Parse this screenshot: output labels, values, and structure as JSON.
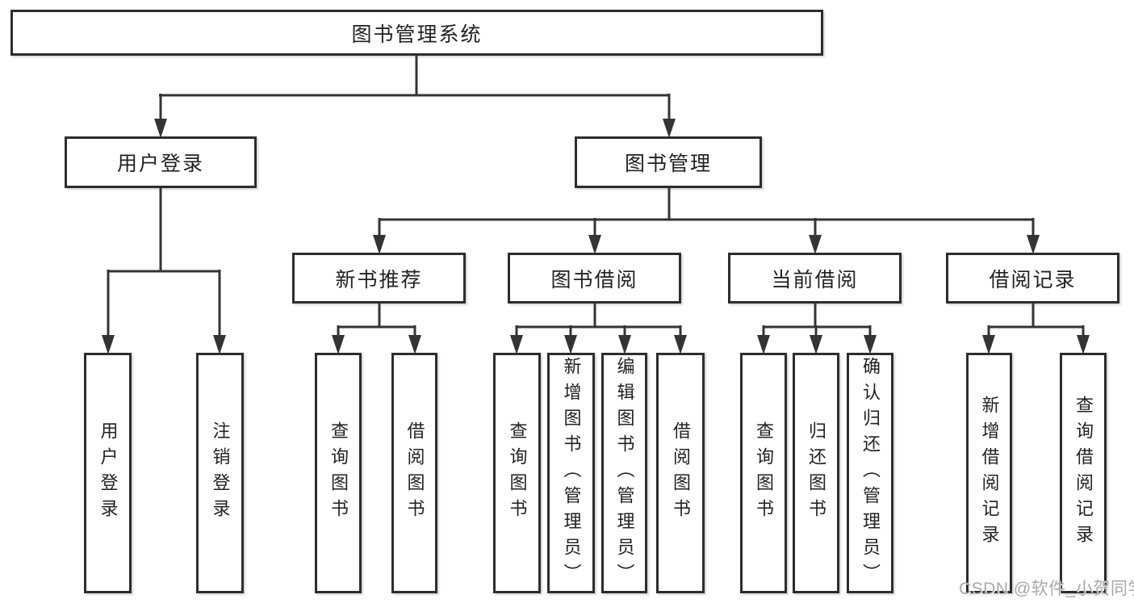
{
  "diagram": {
    "root": {
      "label": "图书管理系统"
    },
    "branches": [
      {
        "label": "用户登录",
        "children": [
          {
            "label": "用户登录"
          },
          {
            "label": "注销登录"
          }
        ]
      },
      {
        "label": "图书管理",
        "children": [
          {
            "label": "新书推荐",
            "children": [
              {
                "label": "查询图书"
              },
              {
                "label": "借阅图书"
              }
            ]
          },
          {
            "label": "图书借阅",
            "children": [
              {
                "label": "查询图书"
              },
              {
                "label": "新增图书（管理员）"
              },
              {
                "label": "编辑图书（管理员）"
              },
              {
                "label": "借阅图书"
              }
            ]
          },
          {
            "label": "当前借阅",
            "children": [
              {
                "label": "查询图书"
              },
              {
                "label": "归还图书"
              },
              {
                "label": "确认归还（管理员）"
              }
            ]
          },
          {
            "label": "借阅记录",
            "children": [
              {
                "label": "新增借阅记录"
              },
              {
                "label": "查询借阅记录"
              }
            ]
          }
        ]
      }
    ]
  },
  "watermark": {
    "text": "CSDN @软件_小贺同学"
  },
  "colors": {
    "line": "#343434",
    "box_border": "#2d2d2d",
    "text": "#222222",
    "background": "#ffffff",
    "watermark": "#a9a9a9"
  }
}
